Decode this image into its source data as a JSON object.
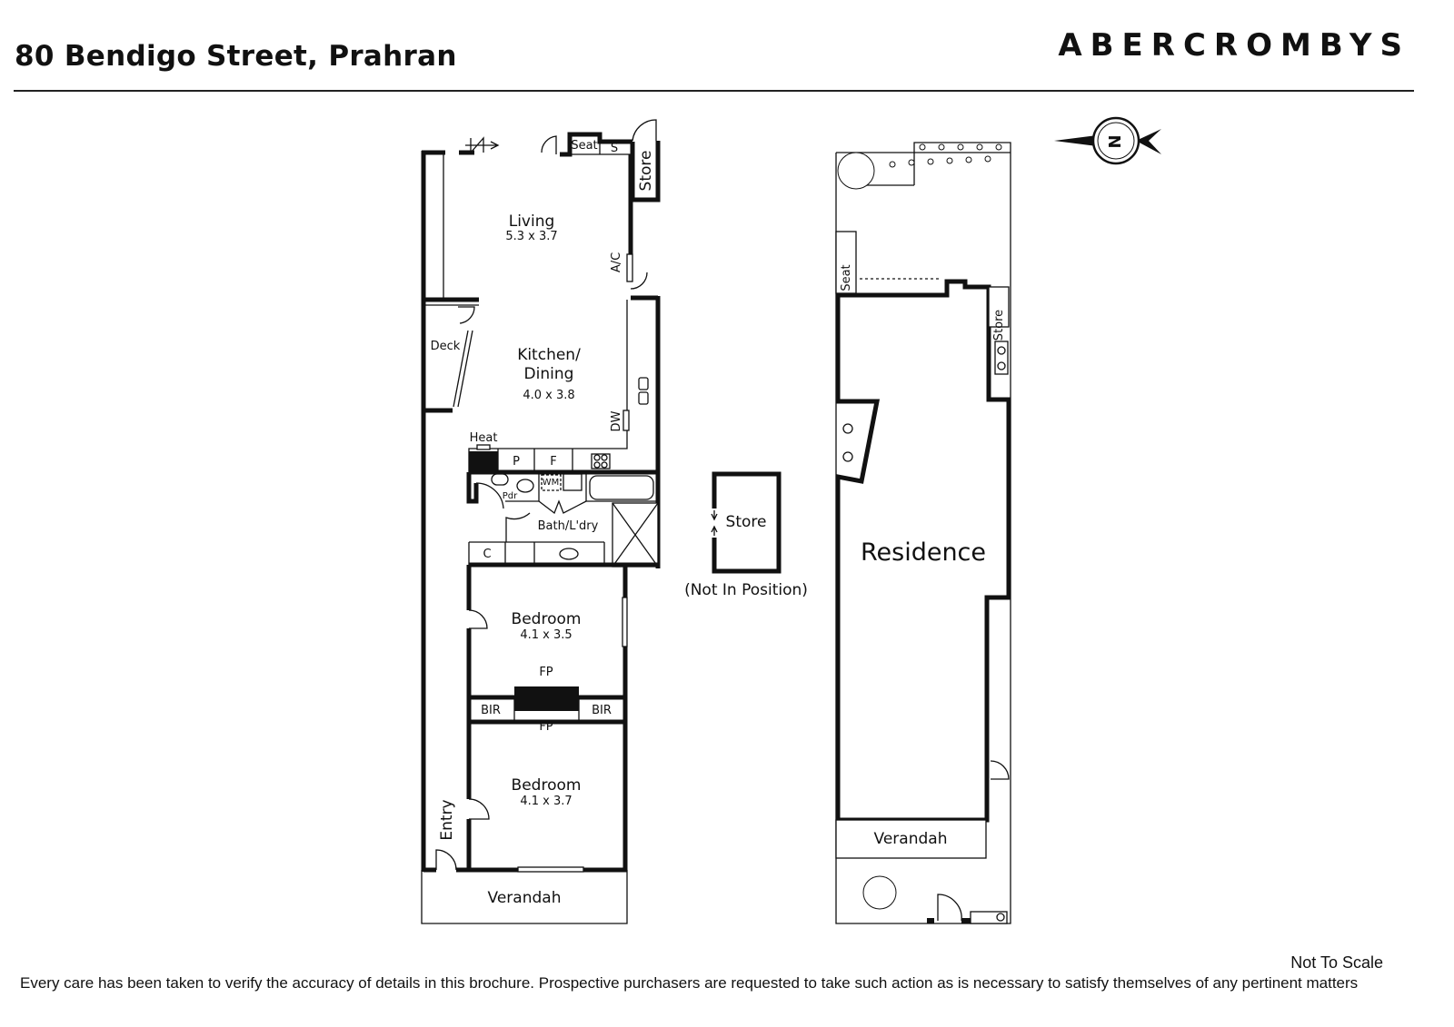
{
  "header": {
    "title": "80 Bendigo Street, Prahran",
    "brand": "ABERCROMBYS"
  },
  "floor_plan": {
    "rooms": {
      "living": {
        "name": "Living",
        "dims": "5.3 x 3.7"
      },
      "kitchen": {
        "name_line1": "Kitchen/",
        "name_line2": "Dining",
        "dims": "4.0 x 3.8"
      },
      "bedroom1": {
        "name": "Bedroom",
        "dims": "4.1 x 3.5"
      },
      "bedroom2": {
        "name": "Bedroom",
        "dims": "4.1 x 3.7"
      },
      "bath": {
        "name": "Bath/L'dry"
      },
      "deck": {
        "name": "Deck"
      },
      "entry": {
        "name": "Entry"
      },
      "verandah": {
        "name": "Verandah"
      }
    },
    "labels": {
      "seat": "Seat",
      "s": "S",
      "store": "Store",
      "ac": "A/C",
      "dw": "DW",
      "heat": "Heat",
      "p": "P",
      "f": "F",
      "pdr": "Pdr",
      "wm": "WM",
      "c": "C",
      "fp": "FP",
      "bir": "BIR"
    }
  },
  "detached_store": {
    "name": "Store",
    "note": "(Not In Position)"
  },
  "site_plan": {
    "residence": "Residence",
    "verandah": "Verandah",
    "seat": "Seat",
    "store": "Store"
  },
  "compass": {
    "letter": "N"
  },
  "footer": {
    "not_to_scale": "Not To Scale",
    "disclaimer": "Every care has been taken to verify the accuracy of details in this brochure. Prospective purchasers are requested to take such action as is necessary to satisfy themselves of any pertinent matters"
  }
}
